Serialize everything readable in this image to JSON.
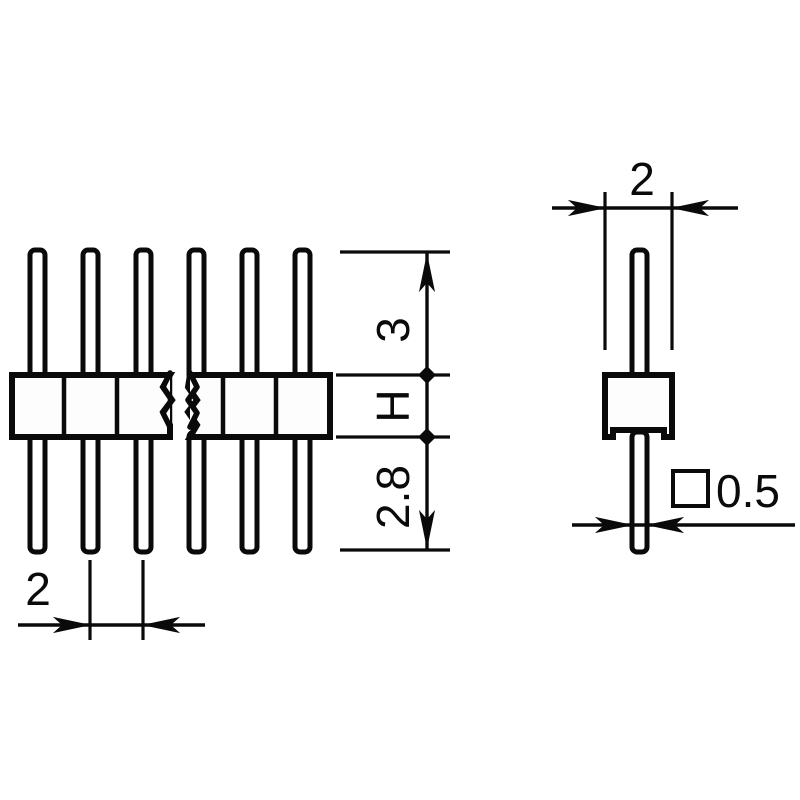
{
  "drawing": {
    "title": "Pin header mechanical drawing",
    "units": "mm",
    "line_color": "#0a0a0a",
    "background_color": "#ffffff",
    "views": {
      "front": {
        "name": "front-view",
        "pin_count": 6,
        "has_break_symbol": true,
        "break_position": "between pin 3 and pin 4"
      },
      "side": {
        "name": "side-view",
        "pin_count": 1
      }
    },
    "dimensions": {
      "pin_above_body": {
        "label": "3",
        "orientation": "vertical",
        "view": "front"
      },
      "body_height": {
        "label": "H",
        "orientation": "vertical",
        "view": "front"
      },
      "pin_below_body": {
        "label": "2.8",
        "orientation": "vertical",
        "view": "front"
      },
      "pitch": {
        "label": "2",
        "orientation": "horizontal",
        "view": "front"
      },
      "body_width": {
        "label": "2",
        "orientation": "horizontal",
        "view": "side"
      },
      "pin_square": {
        "symbol": "square",
        "label": "0.5",
        "orientation": "horizontal",
        "view": "side"
      }
    }
  }
}
